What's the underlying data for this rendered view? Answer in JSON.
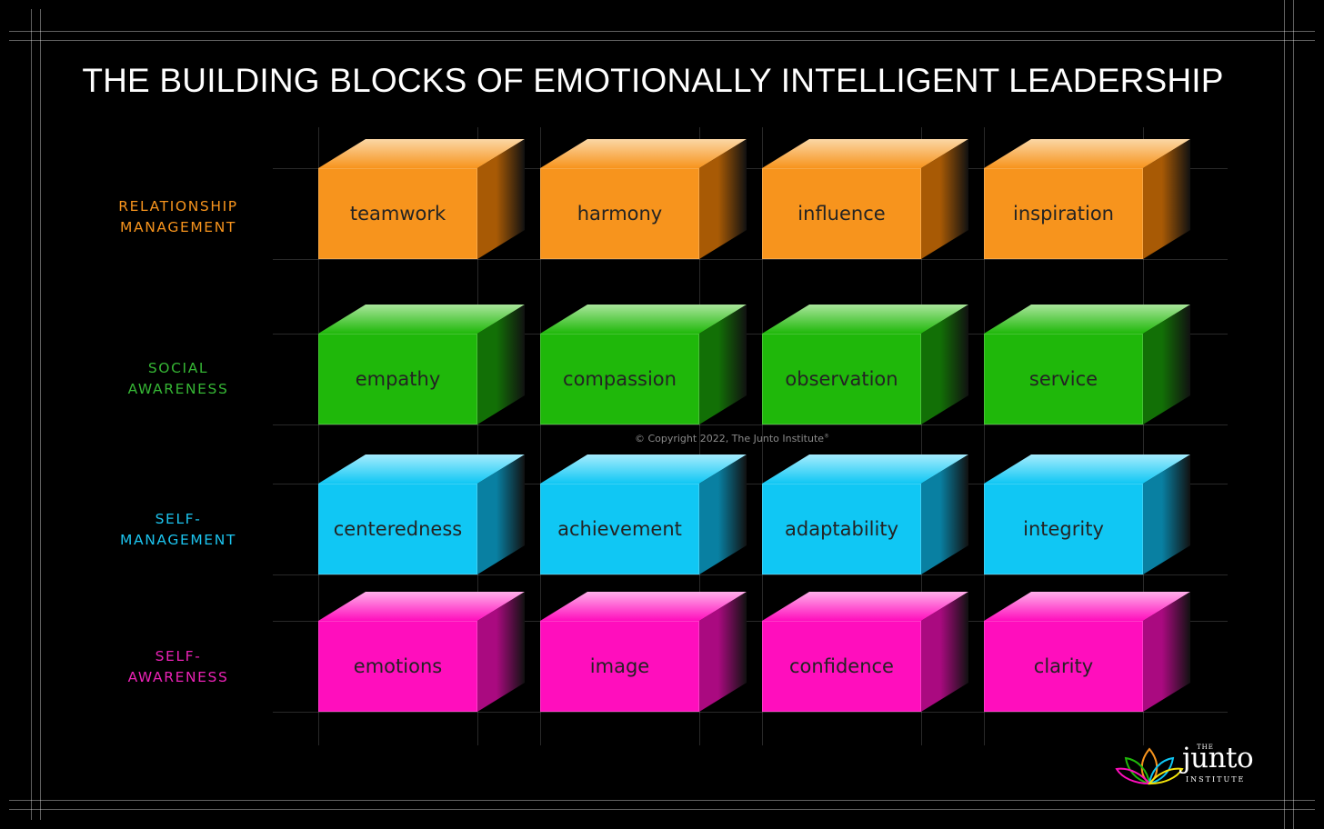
{
  "title": "THE BUILDING BLOCKS OF EMOTIONALLY INTELLIGENT LEADERSHIP",
  "rows": [
    {
      "label_lines": [
        "RELATIONSHIP",
        "MANAGEMENT"
      ],
      "label_color": "#f7941d",
      "color": {
        "front": "#f7941d",
        "top": "#fbd7a6",
        "side": "#a85a05"
      },
      "blocks": [
        "teamwork",
        "harmony",
        "influence",
        "inspiration"
      ]
    },
    {
      "label_lines": [
        "SOCIAL",
        "AWARENESS"
      ],
      "label_color": "#35b534",
      "color": {
        "front": "#1fb80a",
        "top": "#a9e59b",
        "side": "#127006"
      },
      "blocks": [
        "empathy",
        "compassion",
        "observation",
        "service"
      ]
    },
    {
      "label_lines": [
        "SELF-",
        "MANAGEMENT"
      ],
      "label_color": "#1cc4ef",
      "color": {
        "front": "#10c7f4",
        "top": "#a6ecfd",
        "side": "#0980a2"
      },
      "blocks": [
        "centeredness",
        "achievement",
        "adaptability",
        "integrity"
      ]
    },
    {
      "label_lines": [
        "SELF-",
        "AWARENESS"
      ],
      "label_color": "#ea22b5",
      "color": {
        "front": "#ff0ebd",
        "top": "#ffb0ea",
        "side": "#aa0a80"
      },
      "blocks": [
        "emotions",
        "image",
        "confidence",
        "clarity"
      ]
    }
  ],
  "copyright": "© Copyright 2022, The Junto Institute",
  "copyright_mark": "®",
  "logo": {
    "the": "THE",
    "word": "junto",
    "sub": "INSTITUTE"
  }
}
